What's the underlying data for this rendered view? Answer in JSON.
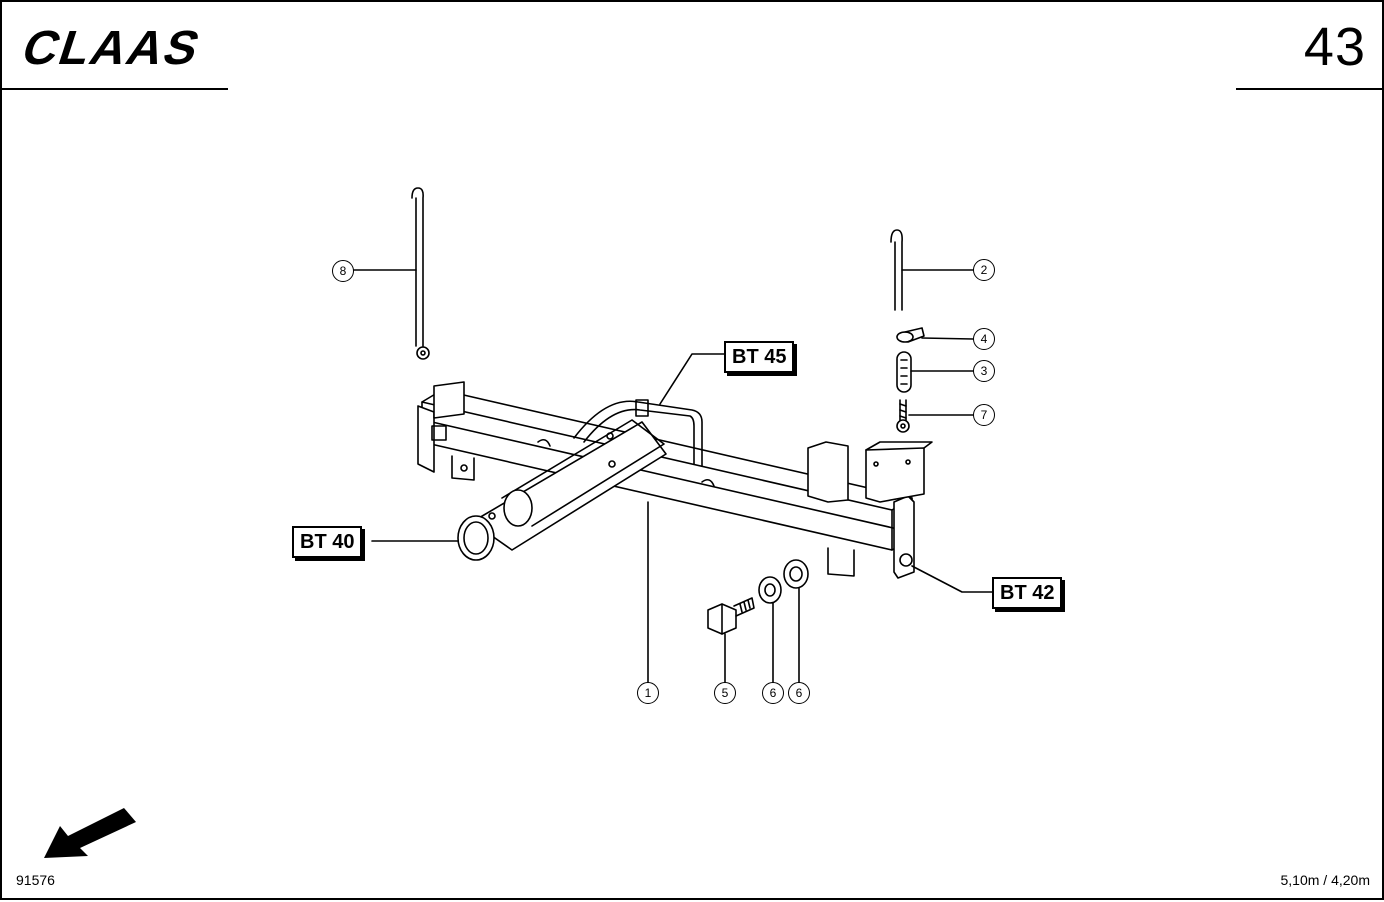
{
  "header": {
    "brand": "CLAAS",
    "page_number": "43"
  },
  "references": [
    {
      "label": "BT 45"
    },
    {
      "label": "BT 40"
    },
    {
      "label": "BT 42"
    }
  ],
  "callouts": [
    "8",
    "2",
    "4",
    "3",
    "7",
    "1",
    "5",
    "6",
    "6"
  ],
  "footer": {
    "drawing_number": "91576",
    "model_spec": "5,10m / 4,20m"
  },
  "colors": {
    "ink": "#000000",
    "paper": "#ffffff"
  },
  "icons": {
    "direction": "direction-arrow-icon"
  }
}
